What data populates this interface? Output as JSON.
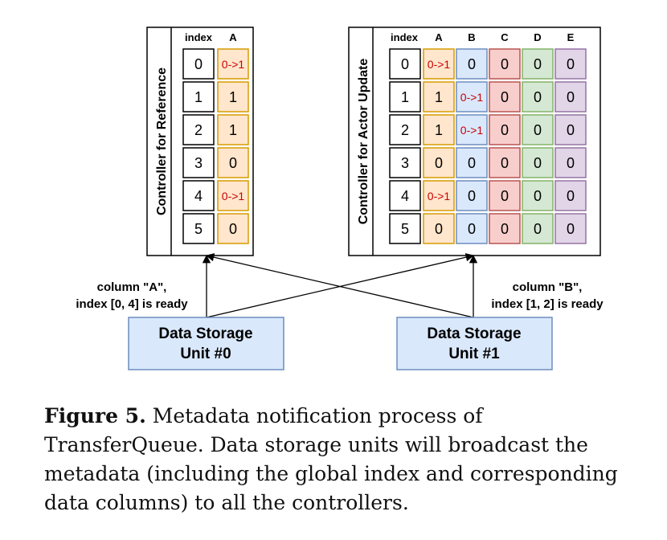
{
  "ref_controller": {
    "title": "Controller for Reference",
    "index_header": "index",
    "columns": [
      "A"
    ],
    "rows": [
      {
        "index": "0",
        "cells": [
          "0->1"
        ]
      },
      {
        "index": "1",
        "cells": [
          "1"
        ]
      },
      {
        "index": "2",
        "cells": [
          "1"
        ]
      },
      {
        "index": "3",
        "cells": [
          "0"
        ]
      },
      {
        "index": "4",
        "cells": [
          "0->1"
        ]
      },
      {
        "index": "5",
        "cells": [
          "0"
        ]
      }
    ]
  },
  "actor_controller": {
    "title": "Controller for Actor Update",
    "index_header": "index",
    "columns": [
      "A",
      "B",
      "C",
      "D",
      "E"
    ],
    "rows": [
      {
        "index": "0",
        "cells": [
          "0->1",
          "0",
          "0",
          "0",
          "0"
        ]
      },
      {
        "index": "1",
        "cells": [
          "1",
          "0->1",
          "0",
          "0",
          "0"
        ]
      },
      {
        "index": "2",
        "cells": [
          "1",
          "0->1",
          "0",
          "0",
          "0"
        ]
      },
      {
        "index": "3",
        "cells": [
          "0",
          "0",
          "0",
          "0",
          "0"
        ]
      },
      {
        "index": "4",
        "cells": [
          "0->1",
          "0",
          "0",
          "0",
          "0"
        ]
      },
      {
        "index": "5",
        "cells": [
          "0",
          "0",
          "0",
          "0",
          "0"
        ]
      }
    ]
  },
  "column_colors": {
    "A": {
      "fill": "#ffe6cc",
      "stroke": "#d79b00"
    },
    "B": {
      "fill": "#dae8fc",
      "stroke": "#6c8ebf"
    },
    "C": {
      "fill": "#f8cecc",
      "stroke": "#b85450"
    },
    "D": {
      "fill": "#d5e8d4",
      "stroke": "#82b366"
    },
    "E": {
      "fill": "#e1d5e7",
      "stroke": "#9673a6"
    }
  },
  "transition_color": "#cc0000",
  "storage_units": [
    {
      "line1": "Data Storage",
      "line2": "Unit #0"
    },
    {
      "line1": "Data Storage",
      "line2": "Unit #1"
    }
  ],
  "notes": [
    {
      "line1": "column \"A\",",
      "line2": "index [0, 4] is ready"
    },
    {
      "line1": "column \"B\",",
      "line2": "index [1, 2] is ready"
    }
  ],
  "caption": {
    "label": "Figure 5.",
    "text": " Metadata notification process of TransferQueue. Data storage units will broadcast the metadata (including the global index and corresponding data columns) to all the controllers."
  }
}
